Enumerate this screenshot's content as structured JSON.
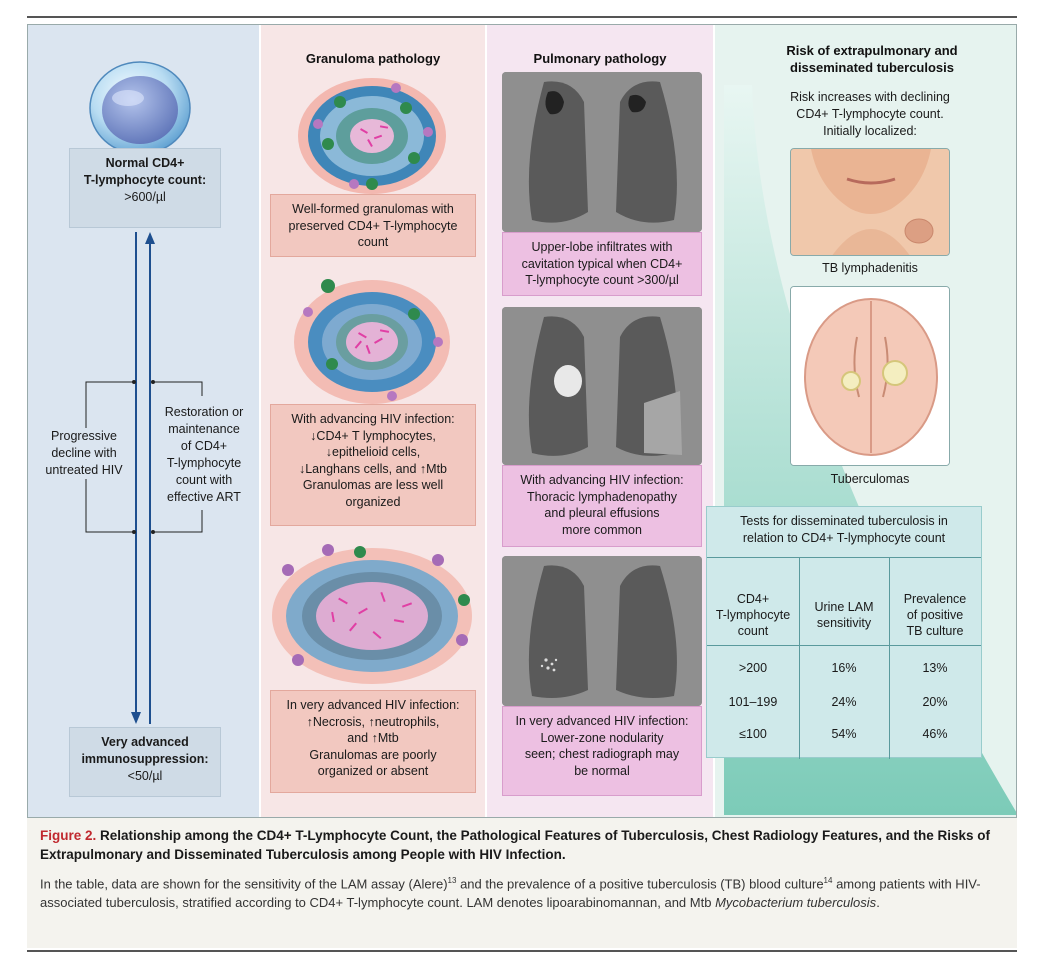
{
  "headers": {
    "granuloma": "Granuloma pathology",
    "pulmonary": "Pulmonary pathology",
    "risk_line1": "Risk of extrapulmonary and",
    "risk_line2": "disseminated tuberculosis"
  },
  "cd4_column": {
    "normal_title_1": "Normal CD4+",
    "normal_title_2": "T-lymphocyte count:",
    "normal_value": ">600/µl",
    "decline_1": "Progressive",
    "decline_2": "decline with",
    "decline_3": "untreated HIV",
    "restore_1": "Restoration or",
    "restore_2": "maintenance",
    "restore_3": "of CD4+",
    "restore_4": "T-lymphocyte",
    "restore_5": "count with",
    "restore_6": "effective ART",
    "advanced_title_1": "Very advanced",
    "advanced_title_2": "immunosuppression:",
    "advanced_value": "<50/µl"
  },
  "granuloma_boxes": {
    "g1_1": "Well-formed granulomas with",
    "g1_2": "preserved CD4+ T-lymphocyte",
    "g1_3": "count",
    "g2_1": "With advancing HIV infection:",
    "g2_2": "↓CD4+ T lymphocytes,",
    "g2_3": "↓epithelioid cells,",
    "g2_4": "↓Langhans cells, and ↑Mtb",
    "g2_5": "Granulomas are less well",
    "g2_6": "organized",
    "g3_1": "In very advanced HIV infection:",
    "g3_2": "↑Necrosis, ↑neutrophils,",
    "g3_3": "and ↑Mtb",
    "g3_4": "Granulomas are poorly",
    "g3_5": "organized or absent"
  },
  "pulmonary_boxes": {
    "p1_1": "Upper-lobe infiltrates with",
    "p1_2": "cavitation typical when CD4+",
    "p1_3": "T-lymphocyte count >300/µl",
    "p2_1": "With advancing HIV infection:",
    "p2_2": "Thoracic lymphadenopathy",
    "p2_3": "and pleural effusions",
    "p2_4": "more common",
    "p3_1": "In very advanced HIV infection:",
    "p3_2": "Lower-zone nodularity",
    "p3_3": "seen; chest radiograph may",
    "p3_4": "be normal"
  },
  "risk_column": {
    "intro_1": "Risk increases with declining",
    "intro_2": "CD4+ T-lymphocyte count.",
    "intro_3": "Initially localized:",
    "lymph_label": "TB lymphadenitis",
    "tuberculoma_label": "Tuberculomas"
  },
  "table": {
    "title_1": "Tests for disseminated tuberculosis in",
    "title_2": "relation to CD4+ T-lymphocyte count",
    "col1_1": "CD4+",
    "col1_2": "T-lymphocyte",
    "col1_3": "count",
    "col2_1": "Urine LAM",
    "col2_2": "sensitivity",
    "col3_1": "Prevalence",
    "col3_2": "of positive",
    "col3_3": "TB culture",
    "rows": [
      {
        "count": ">200",
        "lam": "16%",
        "culture": "13%"
      },
      {
        "count": "101–199",
        "lam": "24%",
        "culture": "20%"
      },
      {
        "count": "≤100",
        "lam": "54%",
        "culture": "46%"
      }
    ]
  },
  "caption": {
    "fig_label": "Figure 2.",
    "title_rest": " Relationship among the CD4+ T-Lymphocyte Count, the Pathological Features of Tuberculosis, Chest Radiology Features, and the Risks of Extrapulmonary and Disseminated Tuberculosis among People with HIV Infection.",
    "body_1": "In the table, data are shown for the sensitivity of the LAM assay (Alere)",
    "ref_13": "13",
    "body_2": " and the prevalence of a positive tuberculosis (TB) blood culture",
    "ref_14": "14",
    "body_3": " among patients with HIV-associated tuberculosis, stratified according to CD4+ T-lymphocyte count. LAM denotes lipoarabinomannan, and Mtb ",
    "body_italic": "Mycobacterium tuberculosis",
    "body_end": "."
  },
  "colors": {
    "blue_col": "#dbe5f0",
    "pink_col": "#f7e6e6",
    "magenta_col": "#f5e6f1",
    "teal_col": "#e6f3ef",
    "arrow_blue": "#1e4f8f",
    "figure_red": "#c0282e"
  }
}
